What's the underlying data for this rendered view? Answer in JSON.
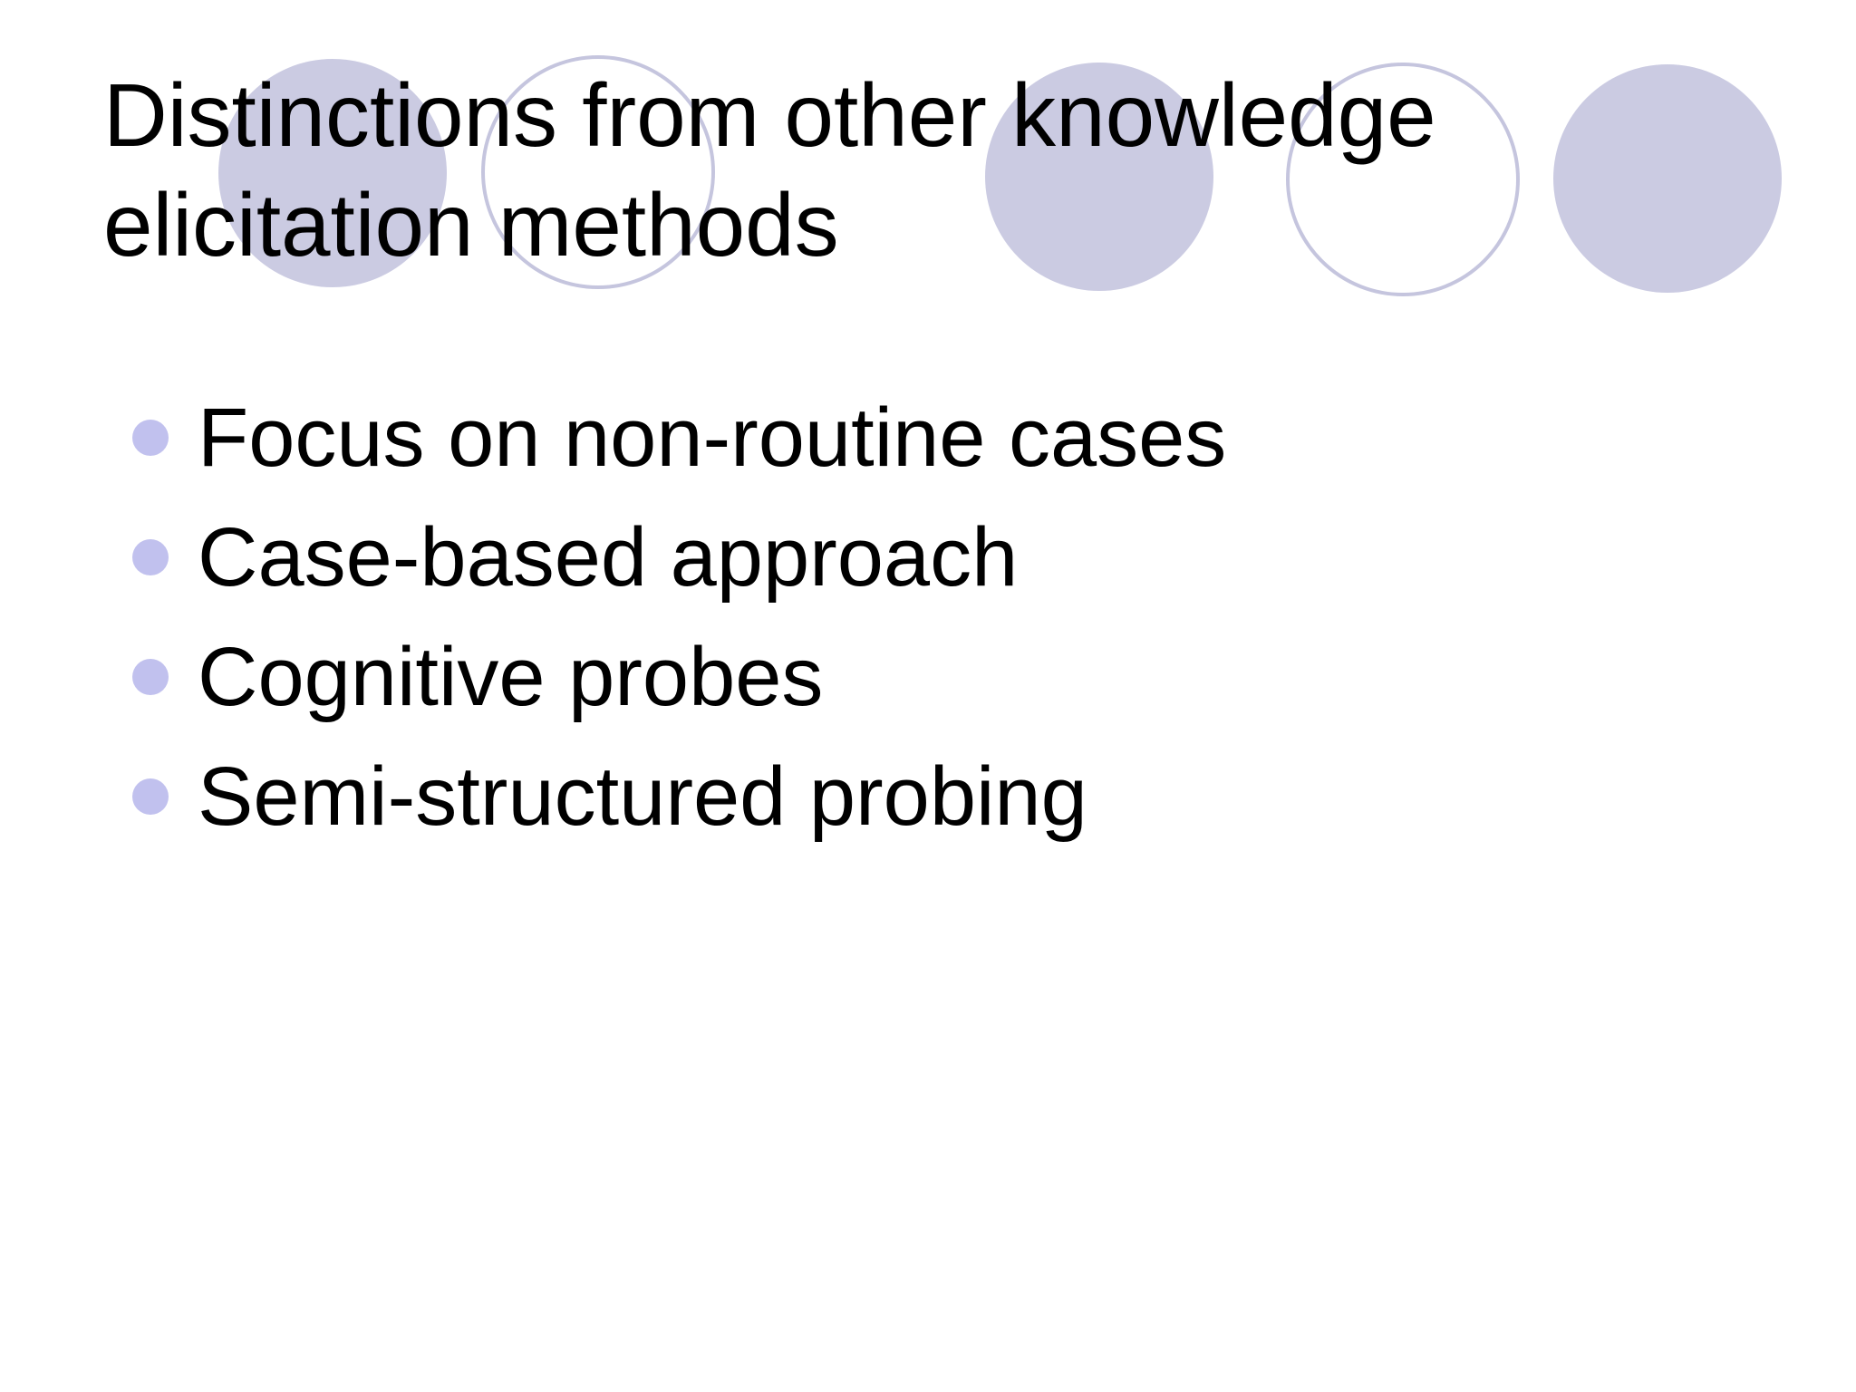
{
  "slide": {
    "title": "Distinctions from other knowledge elicitation methods",
    "bullets": [
      "Focus on non-routine cases",
      "Case-based approach",
      "Cognitive probes",
      "Semi-structured probing"
    ],
    "decorative_circles": [
      "filled",
      "outline",
      "filled",
      "outline",
      "filled"
    ]
  },
  "theme": {
    "background": "#ffffff",
    "text": "#000000",
    "circle_fill": "#cbcbe2",
    "circle_outline": "#c5c5de",
    "bullet": "#c1c1ee"
  }
}
